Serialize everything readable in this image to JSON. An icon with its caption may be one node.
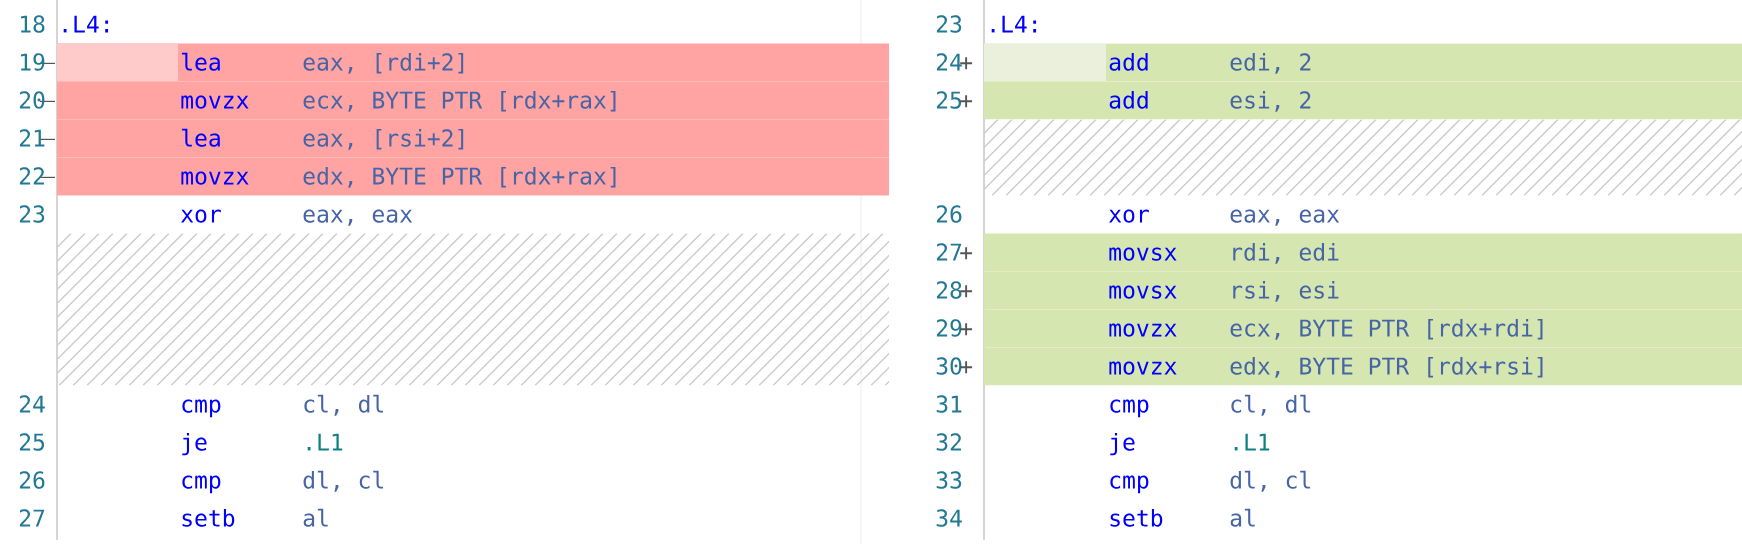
{
  "diagram": {
    "labels": [
      "18",
      ".L4:",
      "19",
      "lea",
      "eax, [rdi+2]",
      "20",
      "movzx",
      "ecx, BYTE PTR [rdx+rax]",
      "21",
      "lea",
      "eax, [rsi+2]",
      "22",
      "movzx",
      "edx, BYTE PTR [rdx+rax]",
      "23",
      "xor",
      "eax, eax",
      "24",
      "cmp",
      "cl, dl",
      "25",
      "je",
      ".L1",
      "26",
      "cmp",
      "dl, cl",
      "27",
      "setb",
      "al",
      "23",
      ".L4:",
      "24",
      "+",
      "add",
      "edi, 2",
      "25",
      "+",
      "add",
      "esi, 2",
      "26",
      "xor",
      "eax, eax",
      "27",
      "+",
      "movsx",
      "rdi, edi",
      "28",
      "+",
      "movsx",
      "rsi, esi",
      "29",
      "+",
      "movzx",
      "ecx, BYTE PTR [rdx+rdi]",
      "30",
      "+",
      "movzx",
      "edx, BYTE PTR [rdx+rsi]",
      "31",
      "cmp",
      "cl, dl",
      "32",
      "je",
      ".L1",
      "33",
      "cmp",
      "dl, cl",
      "34",
      "setb",
      "al"
    ]
  }
}
